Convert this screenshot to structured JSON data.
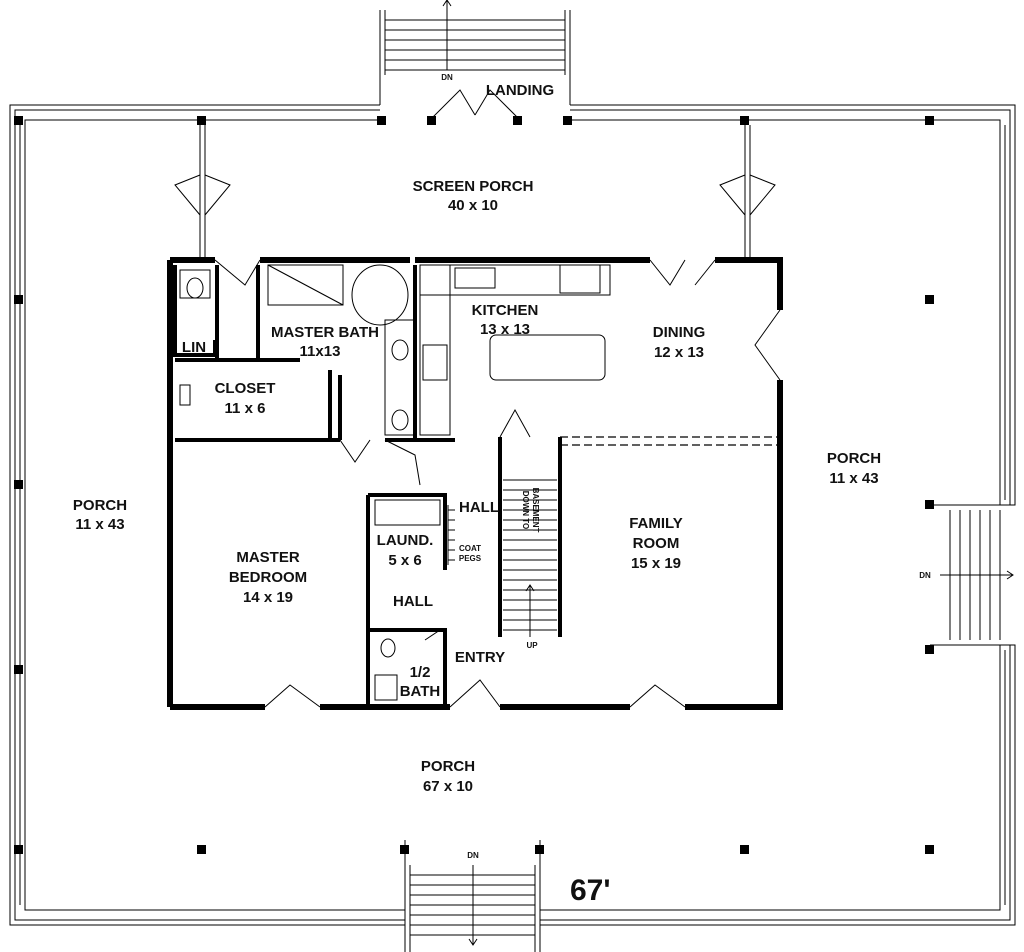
{
  "plan": {
    "overall_width": "67'",
    "rooms": {
      "landing": {
        "name": "LANDING"
      },
      "screen_porch": {
        "name": "SCREEN PORCH",
        "size": "40 x 10"
      },
      "master_bath": {
        "name": "MASTER BATH",
        "size": "11x13"
      },
      "lin": {
        "name": "LIN"
      },
      "closet": {
        "name": "CLOSET",
        "size": "11 x 6"
      },
      "kitchen": {
        "name": "KITCHEN",
        "size": "13 x 13"
      },
      "dining": {
        "name": "DINING",
        "size": "12 x 13"
      },
      "porch_left": {
        "name": "PORCH",
        "size": "11 x 43"
      },
      "porch_right": {
        "name": "PORCH",
        "size": "11 x 43"
      },
      "porch_front": {
        "name": "PORCH",
        "size": "67 x  10"
      },
      "master_bedroom": {
        "name1": "MASTER",
        "name2": "BEDROOM",
        "size": "14 x 19"
      },
      "laundry": {
        "name": "LAUND.",
        "size": "5 x 6"
      },
      "hall_upper": {
        "name": "HALL"
      },
      "hall_lower": {
        "name": "HALL"
      },
      "half_bath": {
        "name1": "1/2",
        "name2": "BATH"
      },
      "entry": {
        "name": "ENTRY"
      },
      "family_room": {
        "name1": "FAMILY",
        "name2": "ROOM",
        "size": "15 x 19"
      }
    },
    "annotations": {
      "dn_top": "DN",
      "dn_right": "DN",
      "dn_bottom": "DN",
      "up": "UP",
      "coat_pegs_1": "COAT",
      "coat_pegs_2": "PEGS",
      "stair_note_1": "DOWN TO",
      "stair_note_2": "BASEMENT"
    }
  }
}
